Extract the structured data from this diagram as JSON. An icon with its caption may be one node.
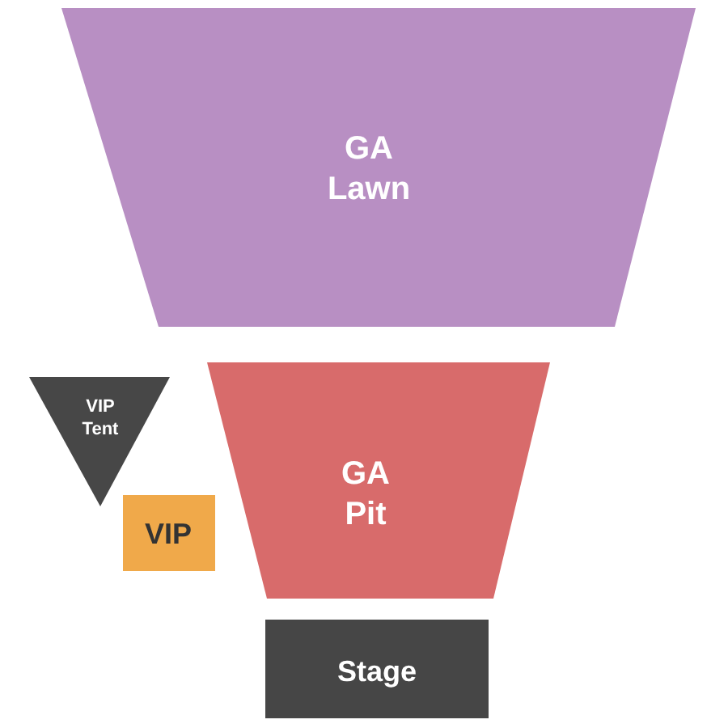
{
  "diagram": {
    "nodes": [
      {
        "text": [
          "GA Lawn"
        ]
      },
      {
        "text": [
          "VIP Tent"
        ]
      },
      {
        "text": [
          "GA Pit"
        ]
      },
      {
        "text": [
          "VIP"
        ]
      },
      {
        "text": [
          "Stage"
        ]
      }
    ]
  }
}
